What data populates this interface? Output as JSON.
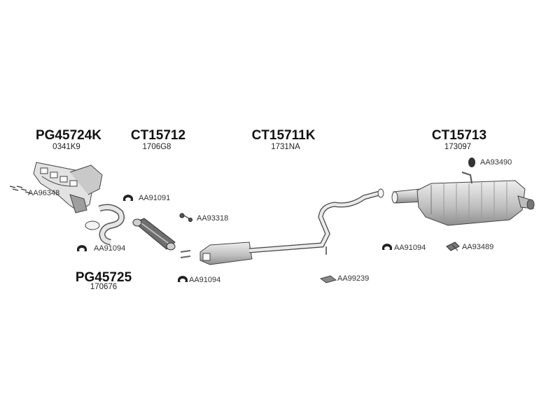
{
  "groups": [
    {
      "main": "PG45724K",
      "sub": "0341K9"
    },
    {
      "main": "CT15712",
      "sub": "1706G8"
    },
    {
      "main": "CT15711K",
      "sub": "1731NA"
    },
    {
      "main": "CT15713",
      "sub": "173097"
    },
    {
      "main": "PG45725",
      "sub": "170676"
    }
  ],
  "parts": [
    {
      "code": "AA96348",
      "icon": "stud-bolt-icon"
    },
    {
      "code": "AA91091",
      "icon": "clamp-icon"
    },
    {
      "code": "AA93318",
      "icon": "bolt-icon"
    },
    {
      "code": "AA91094",
      "icon": "clamp-icon"
    },
    {
      "code": "AA91094",
      "icon": "clamp-icon"
    },
    {
      "code": "AA99239",
      "icon": "gasket-icon"
    },
    {
      "code": "AA91094",
      "icon": "clamp-icon"
    },
    {
      "code": "AA93489",
      "icon": "bolt-icon"
    },
    {
      "code": "AA93490",
      "icon": "rubber-mount-icon"
    }
  ],
  "colors": {
    "line": "#444444",
    "fill_light": "#e6e6e6",
    "fill_mid": "#c4c4c4",
    "fill_dark": "#8c8c8c"
  }
}
